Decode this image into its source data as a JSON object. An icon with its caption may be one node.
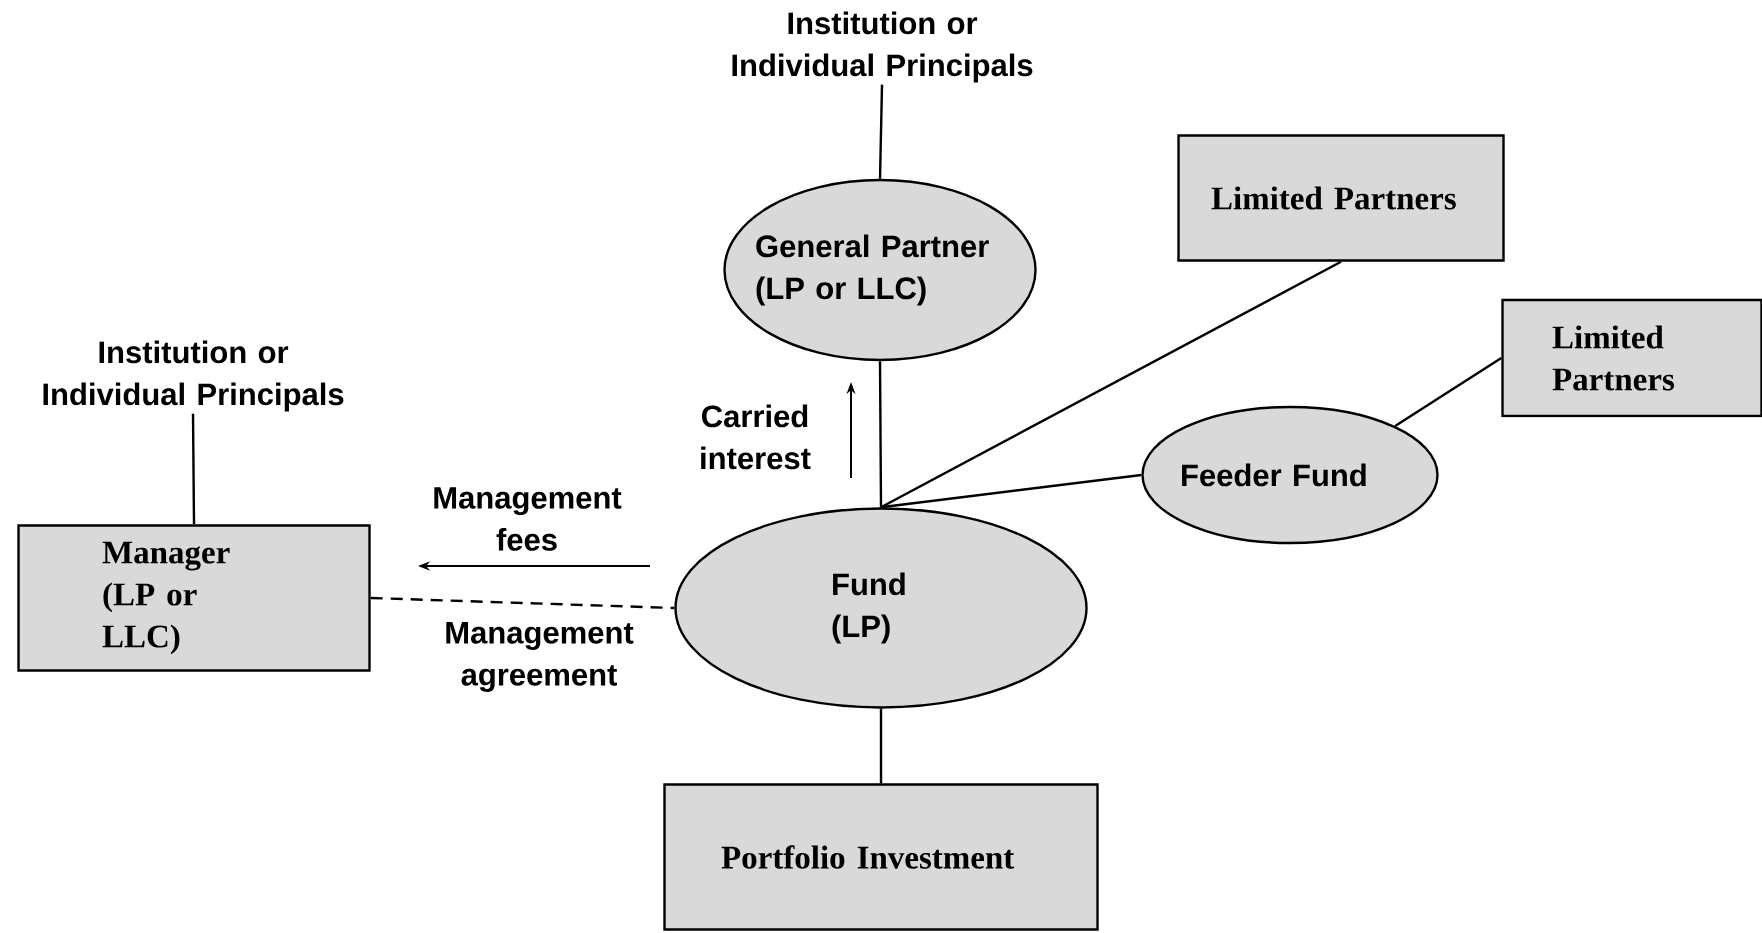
{
  "diagram": {
    "nodes": [
      {
        "text": [
          "Institution or Individual Principals"
        ]
      },
      {
        "text": [
          "General Partner (LP or LLC)"
        ]
      },
      {
        "text": [
          "Limited Partners"
        ]
      },
      {
        "text": [
          "Limited Partners"
        ]
      },
      {
        "text": [
          "Feeder Fund"
        ]
      },
      {
        "text": [
          "Institution or Individual Principals"
        ]
      },
      {
        "text": [
          "Manager (LP or LLC)"
        ]
      },
      {
        "text": [
          "Fund (LP)"
        ]
      },
      {
        "text": [
          "Portfolio Investment"
        ]
      }
    ],
    "edges": [
      {
        "from": 0,
        "to": 1,
        "arrow": "none"
      },
      {
        "from": 1,
        "to": 7,
        "arrow": "none"
      },
      {
        "from": 7,
        "to": 2,
        "arrow": "none"
      },
      {
        "from": 7,
        "to": 4,
        "arrow": "none"
      },
      {
        "from": 4,
        "to": 3,
        "arrow": "none"
      },
      {
        "from": 5,
        "to": 6,
        "arrow": "none"
      },
      {
        "from": 6,
        "to": 7,
        "arrow": "none",
        "style": "dashed",
        "label": "Management agreement"
      },
      {
        "from": 7,
        "to": 8,
        "arrow": "none"
      }
    ],
    "labels": [
      "Carried interest",
      "Management fees"
    ]
  }
}
